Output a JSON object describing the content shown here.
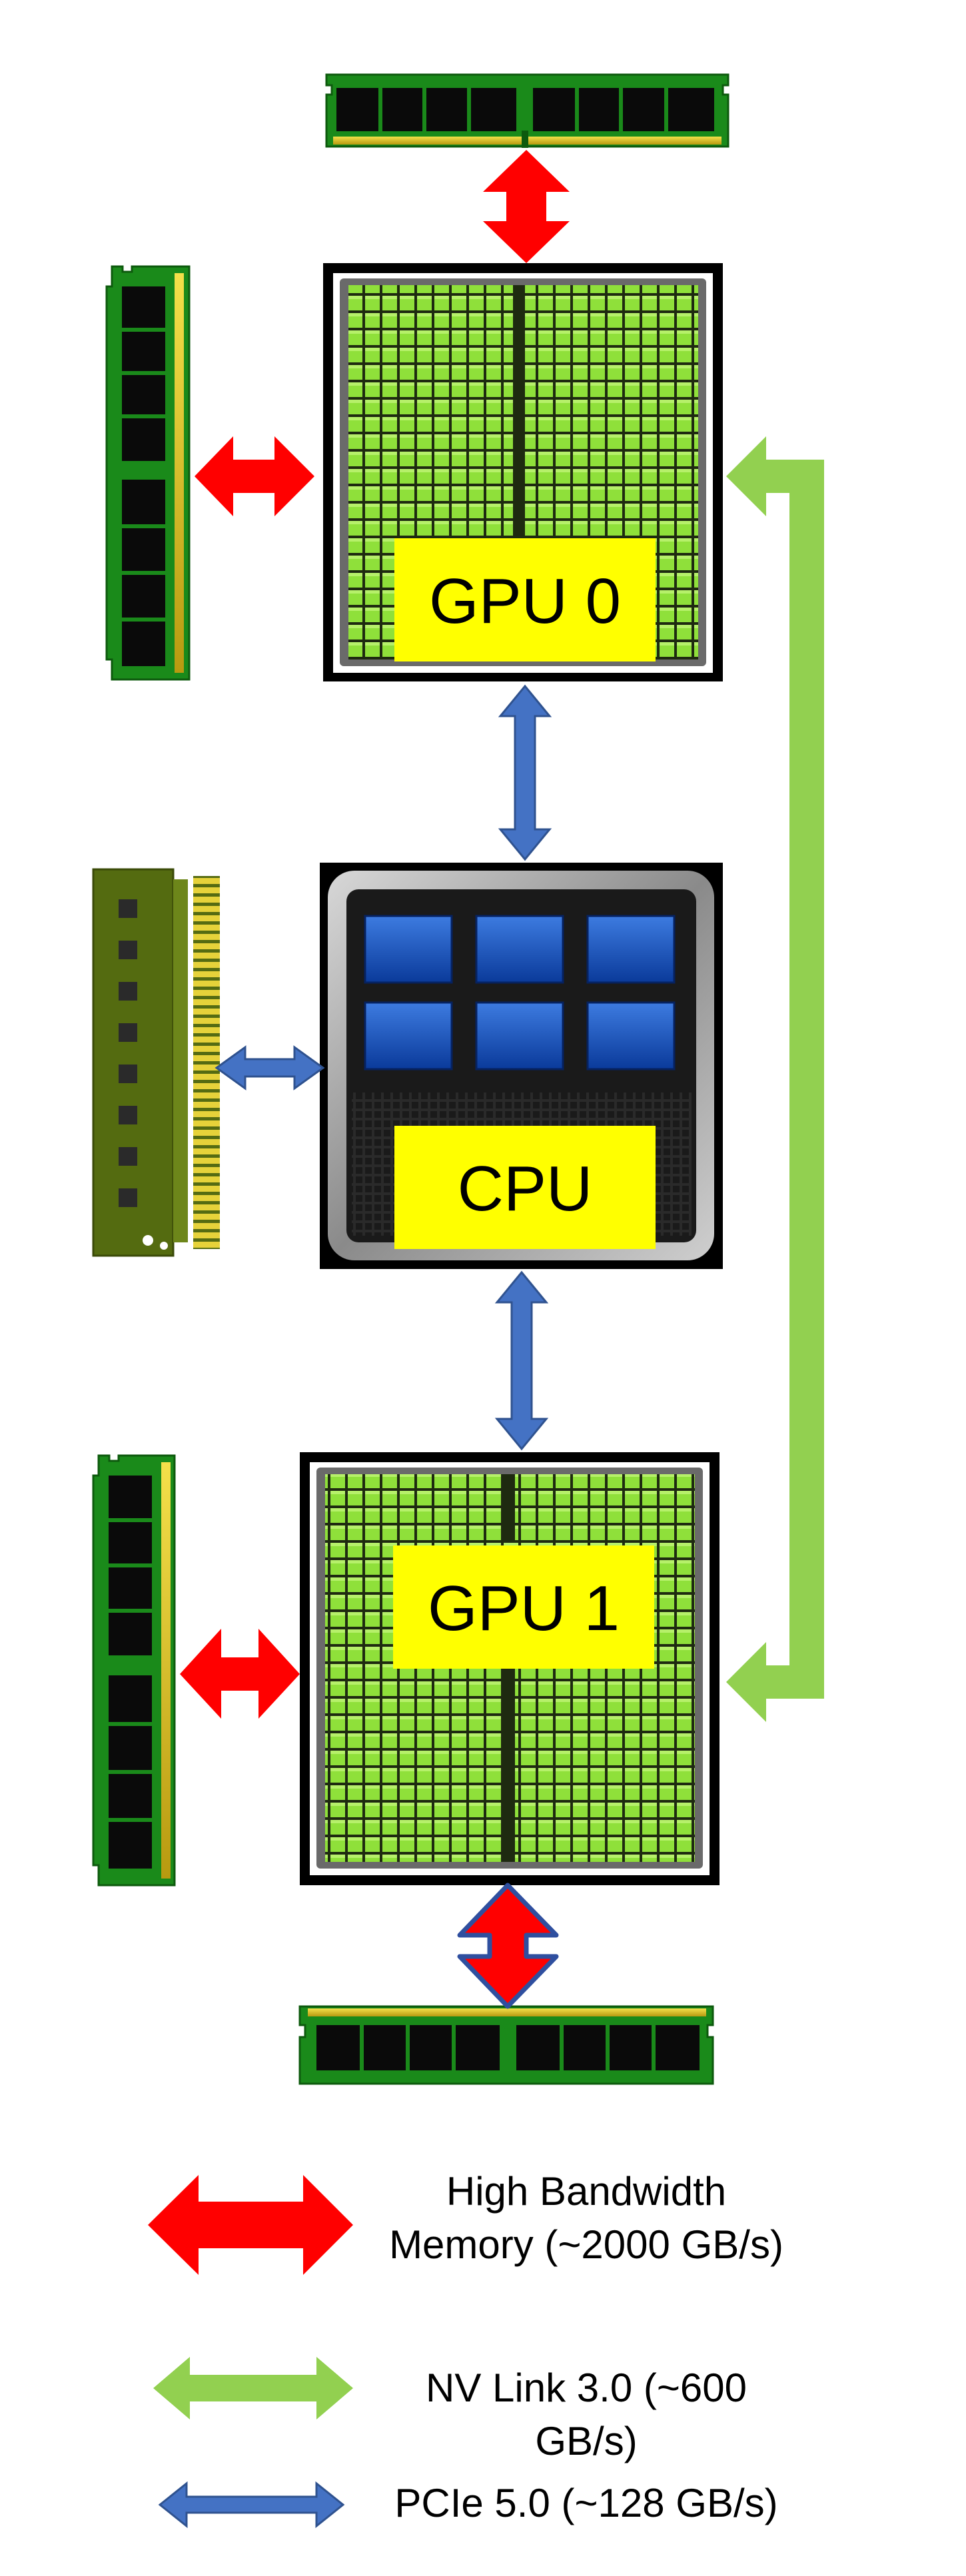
{
  "chips": {
    "gpu0": {
      "label": "GPU 0"
    },
    "cpu": {
      "label": "CPU"
    },
    "gpu1": {
      "label": "GPU 1"
    }
  },
  "legend": {
    "hbm": {
      "line1": "High Bandwidth",
      "line2": "Memory (~2000 GB/s)"
    },
    "nvlink": {
      "text": "NV Link 3.0 (~600 GB/s)"
    },
    "pcie": {
      "text": "PCIe 5.0 (~128 GB/s)"
    }
  },
  "colors": {
    "hbm": "#ff0000",
    "nvlink": "#92d050",
    "pcie": "#4472c4",
    "label_box": "#ffff00",
    "gpu_core": "#8fe03a",
    "ram_pcb": "#1a8a1a"
  }
}
